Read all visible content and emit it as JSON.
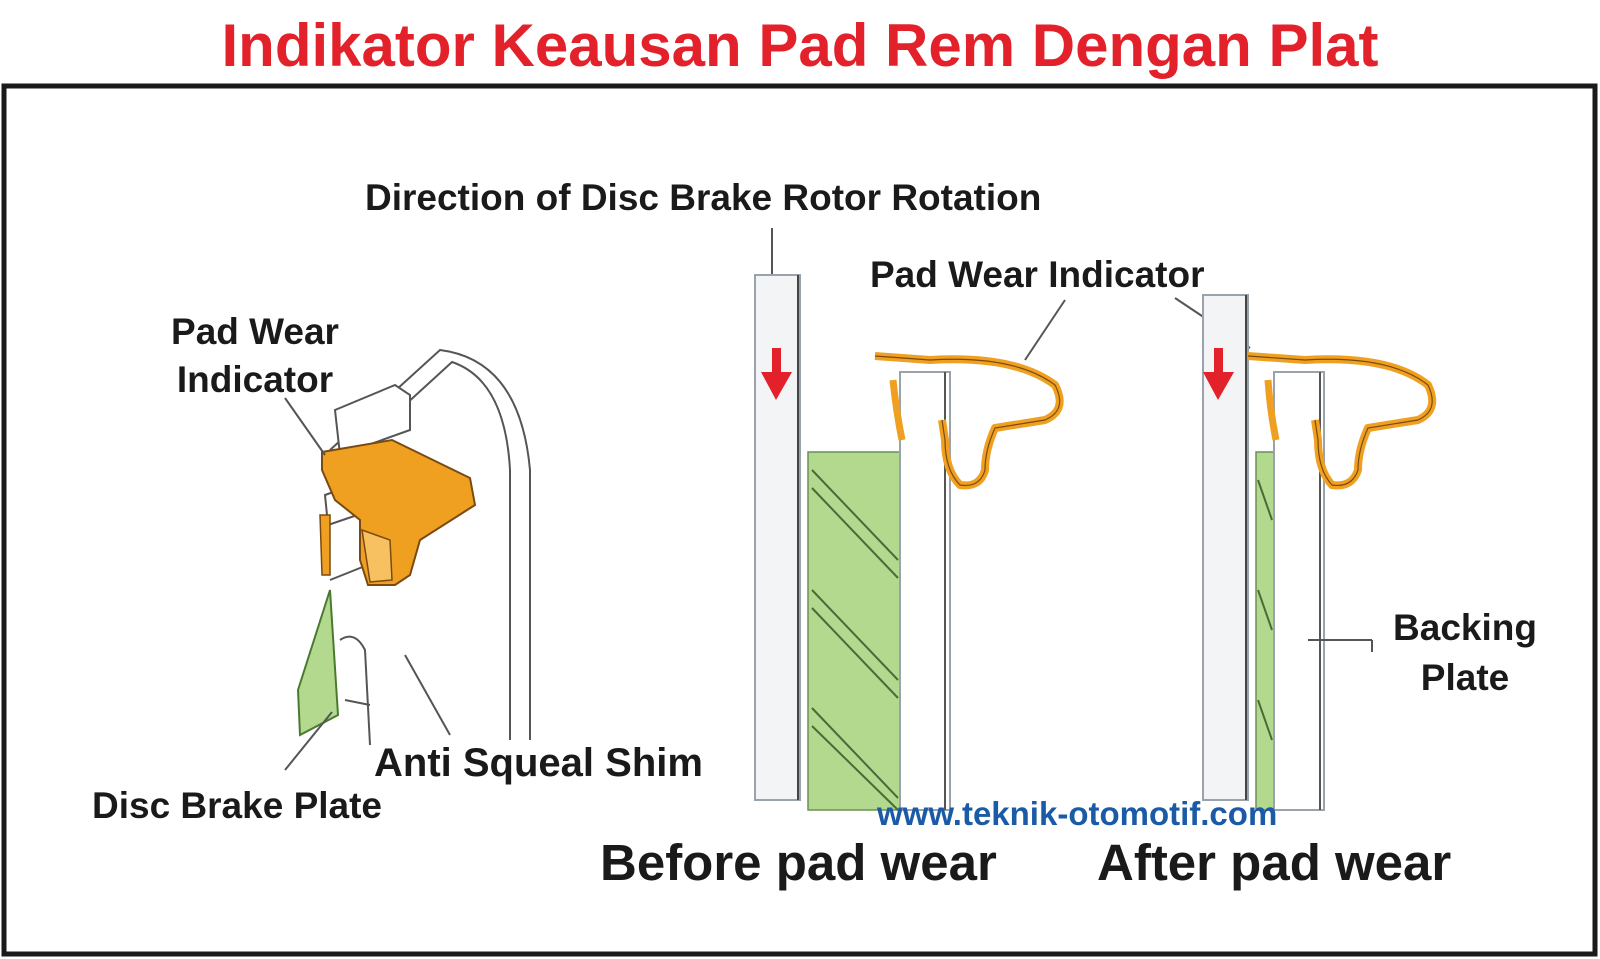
{
  "title": "Indikator Keausan Pad Rem Dengan Plat",
  "labels": {
    "rotation_direction": "Direction of Disc Brake Rotor Rotation",
    "pad_wear_indicator_left_line1": "Pad Wear",
    "pad_wear_indicator_left_line2": "Indicator",
    "pad_wear_indicator_right": "Pad Wear Indicator",
    "anti_squeal_shim": "Anti Squeal Shim",
    "disc_brake_plate": "Disc Brake Plate",
    "backing_plate_line1": "Backing",
    "backing_plate_line2": "Plate",
    "before_pad_wear": "Before pad wear",
    "after_pad_wear": "After pad wear",
    "watermark": "www.teknik-otomotif.com"
  },
  "colors": {
    "title": "#e3212b",
    "indicator": "#f0a020",
    "indicator_outline": "#7a4a10",
    "pad_material": "#b3d98f",
    "arrow": "#e3212b",
    "watermark": "#1a5aa6",
    "frame": "#1a1a1a",
    "text": "#1a1a1a"
  }
}
